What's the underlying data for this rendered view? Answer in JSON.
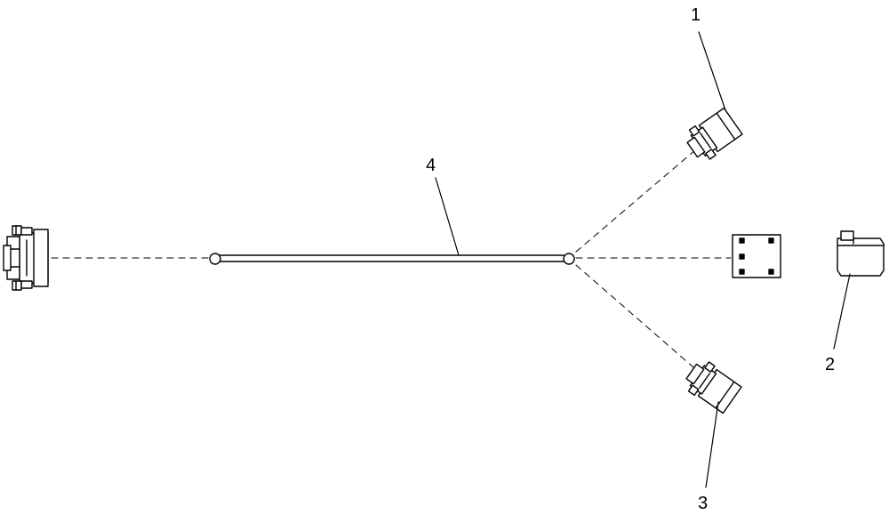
{
  "diagram": {
    "callouts": [
      {
        "id": "1",
        "text": "1"
      },
      {
        "id": "2",
        "text": "2"
      },
      {
        "id": "3",
        "text": "3"
      },
      {
        "id": "4",
        "text": "4"
      }
    ],
    "line_color": "#000000",
    "background": "#ffffff"
  }
}
